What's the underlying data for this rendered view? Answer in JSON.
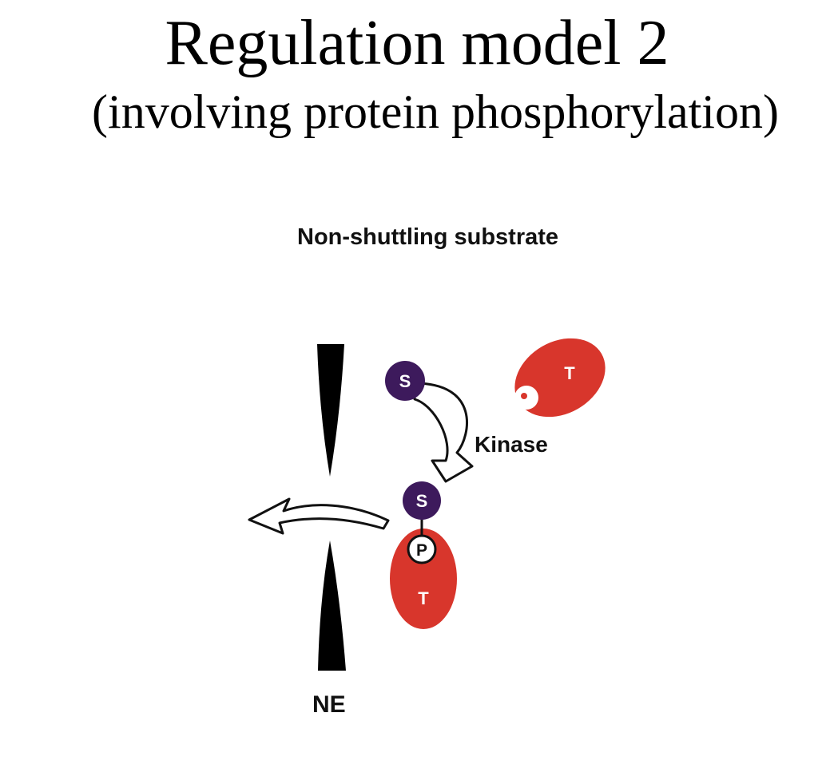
{
  "slide": {
    "title": "Regulation model 2",
    "subtitle": "(involving protein phosphorylation)"
  },
  "diagram": {
    "header_label": "Non-shuttling substrate",
    "kinase_label": "Kinase",
    "envelope_label": "NE",
    "substrate_label": "S",
    "transporter_label": "T",
    "phosphate_label": "P",
    "colors": {
      "substrate": "#3d1a5c",
      "transporter": "#d8362c",
      "envelope": "#000000",
      "arrow_fill": "#ffffff",
      "arrow_stroke": "#111111"
    }
  }
}
